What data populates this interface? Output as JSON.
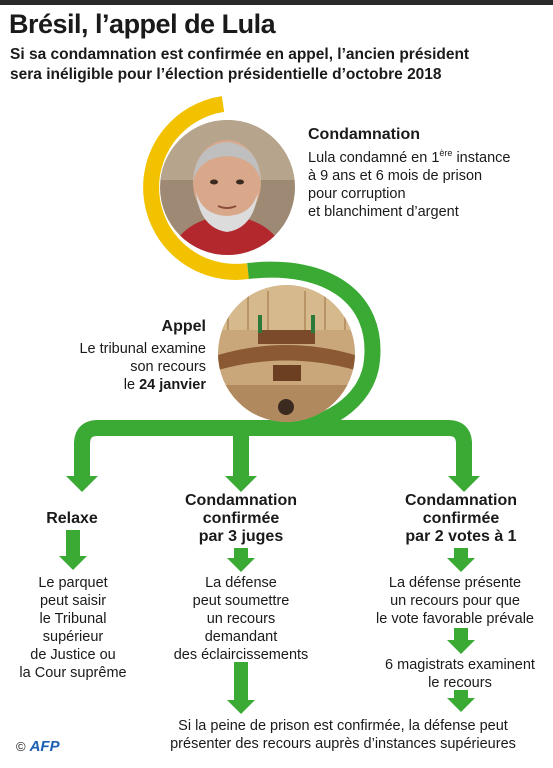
{
  "header": {
    "title": "Brésil, l’appel de Lula",
    "subtitle_lines": [
      "Si sa condamnation est confirmée en appel, l’ancien président",
      "sera inéligible pour l’élection présidentielle d’octobre 2018"
    ]
  },
  "condamnation": {
    "heading": "Condamnation",
    "line1_pre": "Lula condamné en 1",
    "line1_sup": "ère",
    "line1_post": " instance",
    "lines": [
      "à 9 ans et 6 mois de prison",
      "pour corruption",
      "et blanchiment d’argent"
    ]
  },
  "appel": {
    "heading": "Appel",
    "lines": [
      "Le tribunal examine",
      "son recours"
    ],
    "date_pre": "le ",
    "date": "24 janvier"
  },
  "branches": {
    "relaxe": {
      "heading": "Relaxe",
      "lines": [
        "Le parquet",
        "peut saisir",
        "le Tribunal",
        "supérieur",
        "de Justice ou",
        "la Cour suprême"
      ]
    },
    "trois_juges": {
      "heading_lines": [
        "Condamnation",
        "confirmée",
        "par 3 juges"
      ],
      "lines": [
        "La défense",
        "peut soumettre",
        "un recours",
        "demandant",
        "des éclaircissements"
      ]
    },
    "deux_votes": {
      "heading_lines": [
        "Condamnation",
        "confirmée",
        "par 2 votes à 1"
      ],
      "lines": [
        "La défense présente",
        "un recours pour que",
        "le vote favorable prévale"
      ],
      "step2_lines": [
        "6 magistrats examinent",
        "le recours"
      ]
    }
  },
  "conclusion": {
    "lines": [
      "Si la peine de prison est confirmée, la défense peut",
      "présenter des recours auprès d’instances supérieures"
    ]
  },
  "credit": {
    "copyright": "©",
    "logo": "AFP"
  },
  "colors": {
    "yellow": "#f2c200",
    "green": "#3aaa35"
  }
}
